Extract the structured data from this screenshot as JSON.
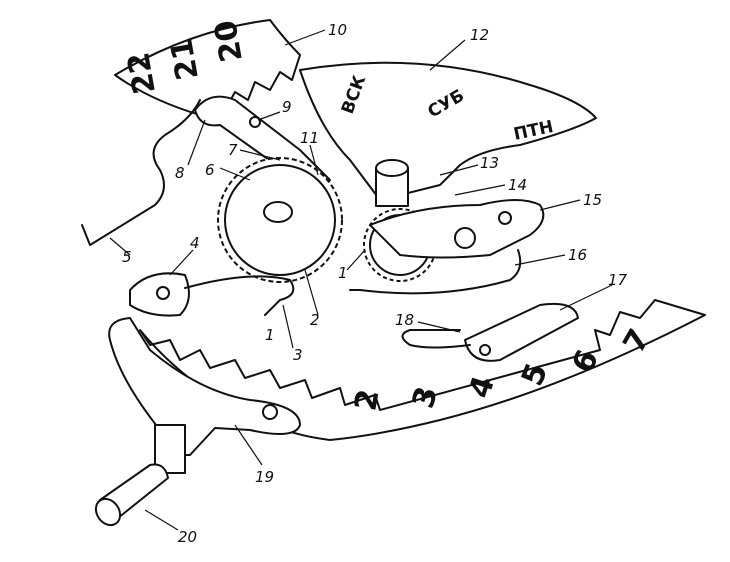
{
  "dial_upper": [
    "20",
    "21",
    "22"
  ],
  "dial_lower": [
    "2",
    "3",
    "4",
    "5",
    "6",
    "7"
  ],
  "weekdays": [
    "ВСК",
    "СУБ",
    "ПТН"
  ],
  "callouts": {
    "1": "1",
    "1b": "1",
    "2": "2",
    "3": "3",
    "4": "4",
    "5": "5",
    "6": "6",
    "7": "7",
    "8": "8",
    "9": "9",
    "10": "10",
    "11": "11",
    "12": "12",
    "13": "13",
    "14": "14",
    "15": "15",
    "16": "16",
    "17": "17",
    "18": "18",
    "19": "19",
    "20": "20"
  }
}
